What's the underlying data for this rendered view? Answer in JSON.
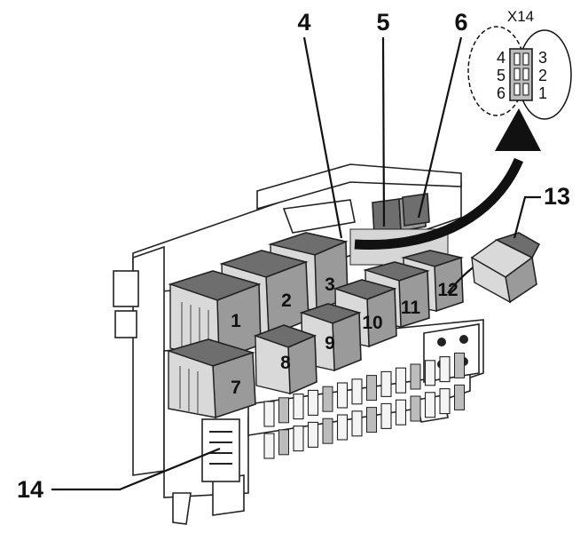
{
  "connector": {
    "title": "X14",
    "pins_left": [
      "4",
      "5",
      "6"
    ],
    "pins_right": [
      "3",
      "2",
      "1"
    ]
  },
  "callouts": {
    "c4": "4",
    "c5": "5",
    "c6": "6",
    "c13": "13",
    "c14": "14"
  },
  "relays": [
    "1",
    "2",
    "3",
    "7",
    "8",
    "9",
    "10",
    "11",
    "12"
  ],
  "colors": {
    "relay_top": "#6e6e6e",
    "relay_front": "#9a9a9a",
    "arrow": "#111111"
  }
}
